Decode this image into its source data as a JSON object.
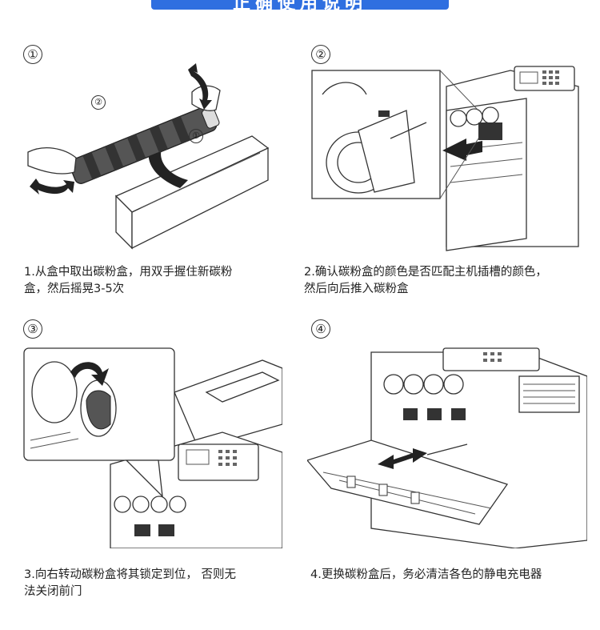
{
  "banner": {
    "title": "正确使用说明",
    "color": "#2f6fe0"
  },
  "steps": [
    {
      "number": "①",
      "caption_line1": "1.从盒中取出碳粉盒，用双手握住新碳粉",
      "caption_line2": "盒，然后摇晃3-5次",
      "label_a": "②",
      "label_b": "①"
    },
    {
      "number": "②",
      "caption_line1": "2.确认碳粉盒的颜色是否匹配主机插槽的颜色，",
      "caption_line2": "然后向后推入碳粉盒"
    },
    {
      "number": "③",
      "caption_line1": "3.向右转动碳粉盒将其锁定到位， 否则无",
      "caption_line2": "法关闭前门"
    },
    {
      "number": "④",
      "caption_line1": "4.更换碳粉盒后，务必清洁各色的静电充电器",
      "caption_line2": ""
    }
  ]
}
